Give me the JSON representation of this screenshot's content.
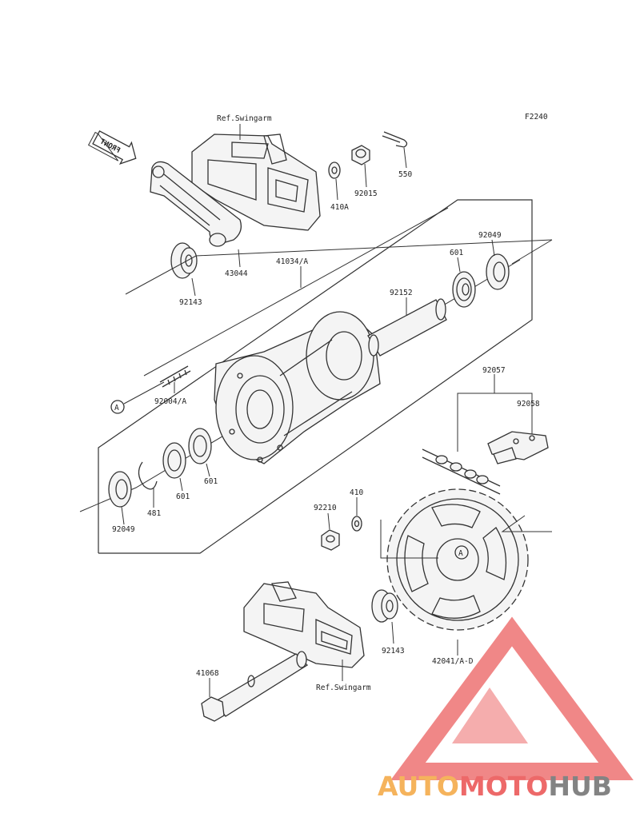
{
  "diagram_code": "F2240",
  "front_marker": "FRONT",
  "reference_mark": "A",
  "labels": {
    "ref_swingarm_top": "Ref.Swingarm",
    "ref_swingarm_bottom": "Ref.Swingarm",
    "p550": "550",
    "p92015": "92015",
    "p410A": "410A",
    "p43044": "43044",
    "p92143_top": "92143",
    "p41034A": "41034/A",
    "p92049_top": "92049",
    "p601_top": "601",
    "p92152": "92152",
    "p92004A": "92004/A",
    "p601_mid": "601",
    "p601_low": "601",
    "p481": "481",
    "p92049_bottom": "92049",
    "p92057": "92057",
    "p92058": "92058",
    "p410": "410",
    "p92210": "92210",
    "p92143_bottom": "92143",
    "p42041AD": "42041/A-D",
    "p41068": "41068"
  },
  "watermark": {
    "part1": "AUTO",
    "part2": "MOTO",
    "part3": "HUB",
    "color_orange": "#f4a640",
    "color_red": "#ea4f4f",
    "color_gray": "#6e6e6e"
  }
}
